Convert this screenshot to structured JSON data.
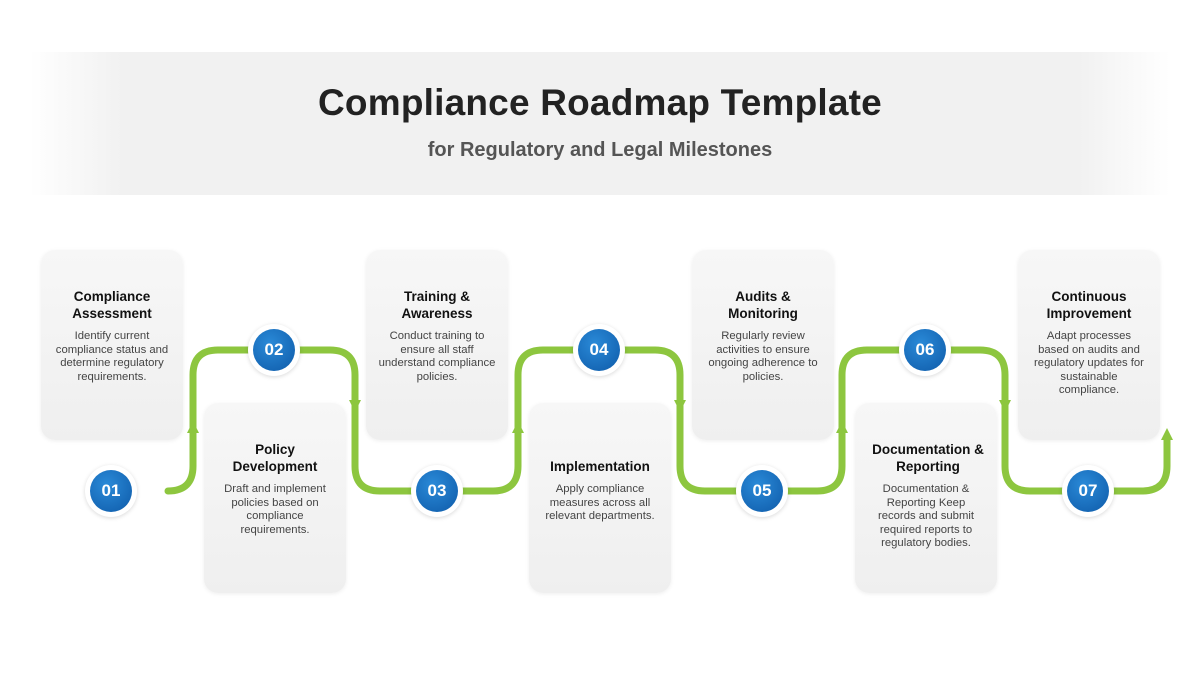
{
  "header": {
    "title": "Compliance Roadmap Template",
    "subtitle": "for Regulatory and Legal Milestones"
  },
  "colors": {
    "path": "#8dc63f",
    "badge": "#1a73c4",
    "card": "#f2f2f2"
  },
  "steps": [
    {
      "number": "01",
      "title": "Compliance Assessment",
      "description": "Identify current compliance status and determine regulatory requirements."
    },
    {
      "number": "02",
      "title": "Policy Development",
      "description": "Draft and implement policies based on compliance requirements."
    },
    {
      "number": "03",
      "title": "Training & Awareness",
      "description": "Conduct training to ensure all staff understand compliance policies."
    },
    {
      "number": "04",
      "title": "Implementation",
      "description": "Apply compliance measures across all relevant departments."
    },
    {
      "number": "05",
      "title": "Audits & Monitoring",
      "description": "Regularly review activities to ensure ongoing adherence to policies."
    },
    {
      "number": "06",
      "title": "Documentation & Reporting",
      "description": "Documentation & Reporting Keep records and submit required reports to regulatory bodies."
    },
    {
      "number": "07",
      "title": "Continuous Improvement",
      "description": "Adapt processes based on audits and regulatory updates for sustainable compliance."
    }
  ]
}
